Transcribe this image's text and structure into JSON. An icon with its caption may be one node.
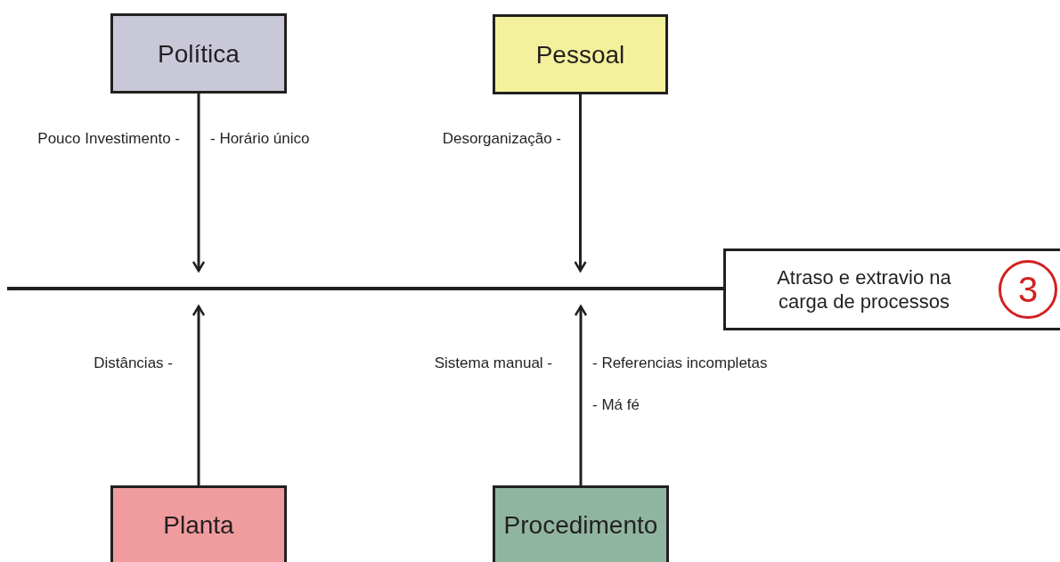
{
  "diagram": {
    "nodes": [
      {
        "text": [
          "Política"
        ]
      },
      {
        "text": [
          "Pessoal"
        ]
      },
      {
        "text": [],
        "shape": "bar"
      },
      {
        "text": [
          "Atraso e extravio na carga de processos"
        ]
      },
      {
        "text": [
          "3"
        ],
        "in": 3
      },
      {
        "text": [
          "Planta"
        ]
      },
      {
        "text": [
          "Procedimento"
        ]
      }
    ],
    "edges": [
      {
        "from": 0,
        "to": 2,
        "arrow": "to"
      },
      {
        "from": 1,
        "to": 2,
        "arrow": "to"
      },
      {
        "from": 5,
        "to": 2,
        "arrow": "to"
      },
      {
        "from": 6,
        "to": 2,
        "arrow": "to"
      }
    ],
    "labels": [
      "Pouco Investimento -",
      "- Horário único",
      "Desorganização -",
      "Distâncias -",
      "Sistema manual -",
      "- Referencias incompletas",
      "- Má fé"
    ]
  }
}
